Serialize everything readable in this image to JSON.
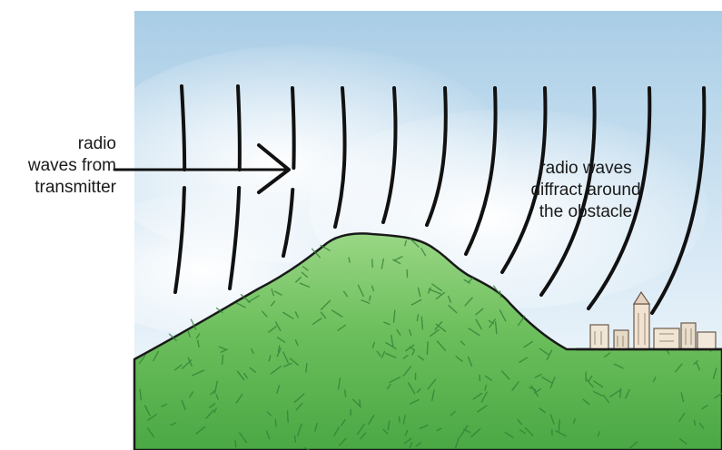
{
  "labels": {
    "transmitter": [
      "radio",
      "waves from",
      "transmitter"
    ],
    "diffraction": [
      "radio waves",
      "diffract around",
      "the obstacle"
    ]
  },
  "colors": {
    "sky_top": "#a9cde6",
    "sky_bottom": "#f6fafd",
    "hill_light": "#8fd07a",
    "hill_dark": "#3a9a3a",
    "wave_stroke": "#111111",
    "building_fill": "#e8dccb"
  }
}
